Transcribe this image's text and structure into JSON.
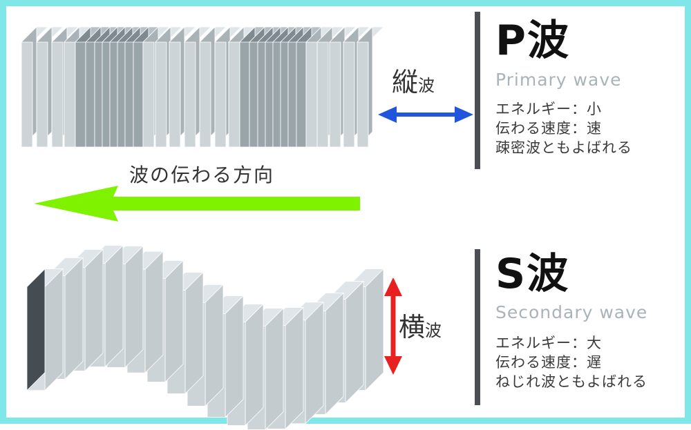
{
  "direction_label": "波の伝わる方向",
  "p_wave": {
    "title": "P波",
    "subtitle": "Primary wave",
    "type_main": "縦",
    "type_suffix": "波",
    "lines": [
      "エネルギー：小",
      "伝わる速度：速",
      "疎密波ともよばれる"
    ]
  },
  "s_wave": {
    "title": "S波",
    "subtitle": "Secondary wave",
    "type_main": "横",
    "type_suffix": "波",
    "lines": [
      "エネルギー：大",
      "伝わる速度：遅",
      "ねじれ波ともよばれる"
    ]
  },
  "colors": {
    "frame": "#7fe6ea",
    "direction_arrow": "#7ff200",
    "longitudinal_arrow": "#2255dd",
    "transverse_arrow": "#e82020",
    "divider": "#4b4f55"
  }
}
